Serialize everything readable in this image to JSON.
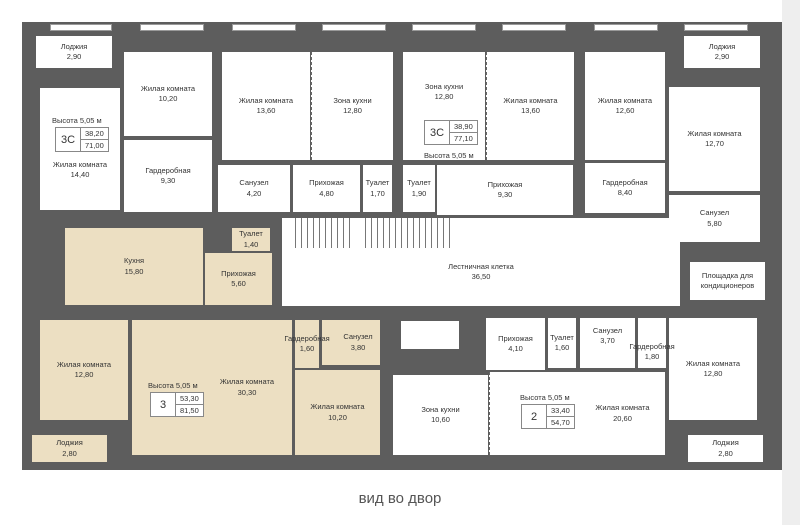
{
  "caption": "вид во двор",
  "rooms": [
    {
      "name": "Лоджия",
      "area": "2,90"
    },
    {
      "name": "Жилая комната",
      "area": "14,40"
    },
    {
      "name": "Жилая комната",
      "area": "10,20"
    },
    {
      "name": "Гардеробная",
      "area": "9,30"
    },
    {
      "name": "Жилая комната",
      "area": "13,60"
    },
    {
      "name": "Зона кухни",
      "area": "12,80"
    },
    {
      "name": "Санузел",
      "area": "4,20"
    },
    {
      "name": "Прихожая",
      "area": "4,80"
    },
    {
      "name": "Туалет",
      "area": "1,70"
    },
    {
      "name": "Зона кухни",
      "area": "12,80"
    },
    {
      "name": "Жилая комната",
      "area": "13,60"
    },
    {
      "name": "Туалет",
      "area": "1,90"
    },
    {
      "name": "Прихожая",
      "area": "9,30"
    },
    {
      "name": "Жилая комната",
      "area": "12,60"
    },
    {
      "name": "Гардеробная",
      "area": "8,40"
    },
    {
      "name": "Жилая комната",
      "area": "12,70"
    },
    {
      "name": "Санузел",
      "area": "5,80"
    },
    {
      "name": "Лоджия",
      "area": "2,90"
    },
    {
      "name": "Кухня",
      "area": "15,80"
    },
    {
      "name": "Прихожая",
      "area": "5,60"
    },
    {
      "name": "Туалет",
      "area": "1,40"
    },
    {
      "name": "Лестничная клетка",
      "area": "36,50"
    },
    {
      "name": "Площадка для кондиционеров",
      "area": ""
    },
    {
      "name": "Жилая комната",
      "area": "12,80"
    },
    {
      "name": "Жилая комната",
      "area": "30,30"
    },
    {
      "name": "Гардеробная",
      "area": "1,60"
    },
    {
      "name": "Санузел",
      "area": "3,80"
    },
    {
      "name": "Жилая комната",
      "area": "10,20"
    },
    {
      "name": "Лоджия",
      "area": "2,80"
    },
    {
      "name": "Прихожая",
      "area": "4,10"
    },
    {
      "name": "Туалет",
      "area": "1,60"
    },
    {
      "name": "Санузел",
      "area": "3,70"
    },
    {
      "name": "Гардеробная",
      "area": "1,80"
    },
    {
      "name": "Зона кухни",
      "area": "10,60"
    },
    {
      "name": "Жилая комната",
      "area": "20,60"
    },
    {
      "name": "Жилая комната",
      "area": "12,80"
    },
    {
      "name": "Лоджия",
      "area": "2,80"
    }
  ],
  "apartments": [
    {
      "type": "3С",
      "living": "38,20",
      "total": "71,00",
      "height": "Высота 5,05 м"
    },
    {
      "type": "3С",
      "living": "38,90",
      "total": "77,10",
      "height": "Высота 5,05 м"
    },
    {
      "type": "3",
      "living": "53,30",
      "total": "81,50",
      "height": "Высота 5,05 м"
    },
    {
      "type": "2",
      "living": "33,40",
      "total": "54,70",
      "height": "Высота 5,05 м"
    }
  ],
  "colors": {
    "wall": "#5d5d5d",
    "highlight": "#ecdfc2"
  }
}
